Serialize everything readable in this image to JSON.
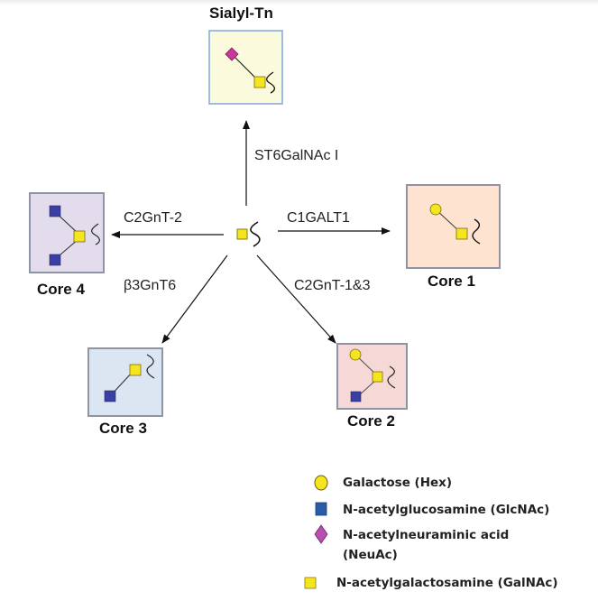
{
  "colors": {
    "galactose": "#f5e51c",
    "glcnac": "#3a3fa3",
    "neuac": "#c7399a",
    "galnac": "#f5e51c",
    "legend_glcnac": "#2a5ba8",
    "legend_neuac": "#b64fb0",
    "sialyl_bg": "#fbfadc",
    "core1_bg": "#fde3d0",
    "core2_bg": "#f6d8d6",
    "core3_bg": "#dce6f3",
    "core4_bg": "#e3dcec",
    "box_border": "#8d94a8",
    "sialyl_border": "#7ea8d8"
  },
  "structures": {
    "sialyl_tn": {
      "title": "Sialyl-Tn"
    },
    "core1": {
      "title": "Core 1"
    },
    "core2": {
      "title": "Core 2"
    },
    "core3": {
      "title": "Core 3"
    },
    "core4": {
      "title": "Core 4"
    }
  },
  "enzymes": {
    "to_sialyl_tn": "ST6GalNAc  I",
    "to_core1": "C1GALT1",
    "to_core2": "C2GnT-1&3",
    "to_core3": "β3GnT6",
    "to_core4": "C2GnT-2"
  },
  "legend": [
    {
      "shape": "circle-icon",
      "label": "Galactose (Hex)"
    },
    {
      "shape": "square-icon",
      "label": "N-acetylglucosamine (GlcNAc)"
    },
    {
      "shape": "diamond-icon",
      "label": "N-acetylneuraminic acid",
      "label2": "(NeuAc)"
    },
    {
      "shape": "square-icon",
      "label": "N-acetylgalactosamine (GalNAc)"
    }
  ]
}
